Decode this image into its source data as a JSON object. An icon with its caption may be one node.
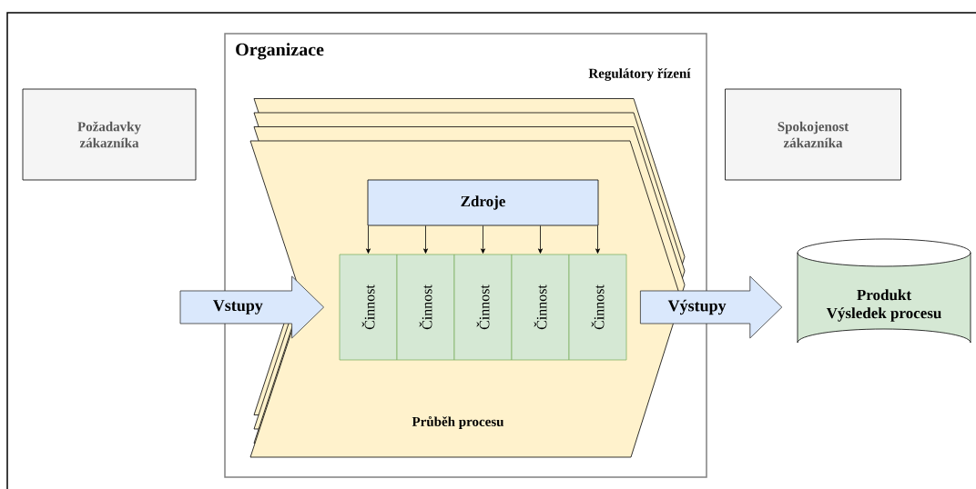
{
  "diagram": {
    "nodes": [
      {
        "text": [
          "Požadavky zákazníka"
        ]
      },
      {
        "text": [
          "Organizace"
        ]
      },
      {
        "text": [
          "Průběh procesu"
        ],
        "in": 1
      },
      {
        "text": [
          "Zdroje"
        ],
        "in": 2
      },
      {
        "text": [
          "Činnost"
        ],
        "in": 2
      },
      {
        "text": [
          "Činnost"
        ],
        "in": 2
      },
      {
        "text": [
          "Činnost"
        ],
        "in": 2
      },
      {
        "text": [
          "Činnost"
        ],
        "in": 2
      },
      {
        "text": [
          "Činnost"
        ],
        "in": 2
      },
      {
        "text": [
          "Produkt",
          "Výsledek procesu"
        ]
      },
      {
        "text": [
          "Spokojenost zákazníka"
        ]
      }
    ],
    "edges": [
      {
        "from": 3,
        "to": 4,
        "arrow": "to"
      },
      {
        "from": 3,
        "to": 5,
        "arrow": "to"
      },
      {
        "from": 3,
        "to": 6,
        "arrow": "to"
      },
      {
        "from": 3,
        "to": 7,
        "arrow": "to"
      },
      {
        "from": 3,
        "to": 8,
        "arrow": "to"
      },
      {
        "from": null,
        "to": 4,
        "arrow": "to",
        "label": "Vstupy",
        "style": "thick"
      },
      {
        "from": 8,
        "to": 9,
        "arrow": "to",
        "label": "Výstupy",
        "style": "thick"
      }
    ],
    "labels": [
      "Regulátory řízení"
    ]
  }
}
